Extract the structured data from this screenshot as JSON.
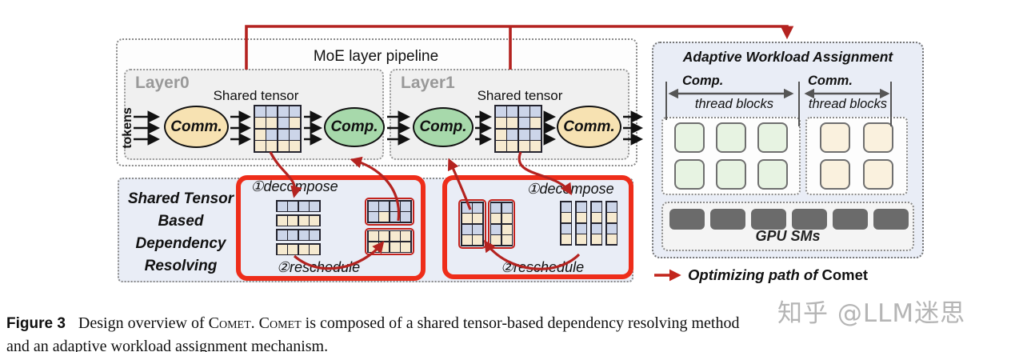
{
  "pipeline": {
    "title": "MoE layer pipeline",
    "tokens_label": "tokens",
    "layer0": {
      "label": "Layer0",
      "comm": "Comm.",
      "comp": "Comp.",
      "tensor_label": "Shared tensor"
    },
    "layer1": {
      "label": "Layer1",
      "comm": "Comm.",
      "comp": "Comp.",
      "tensor_label": "Shared tensor"
    }
  },
  "dependency": {
    "title_lines": [
      "Shared Tensor",
      "Based",
      "Dependency",
      "Resolving"
    ],
    "box1": {
      "step1": "①decompose",
      "step2": "②reschedule"
    },
    "box2": {
      "step1": "①decompose",
      "step2": "②reschedule"
    }
  },
  "workload": {
    "title": "Adaptive Workload Assignment",
    "comp_label": "Comp.",
    "comm_label": "Comm.",
    "thread_blocks_label": "thread blocks",
    "gpu_label": "GPU SMs",
    "comp_block_count": 6,
    "comm_block_count": 4,
    "gpu_sm_count": 6
  },
  "legend": {
    "prefix": "Optimizing path of ",
    "name": "Comet"
  },
  "caption": {
    "tag": "Figure 3",
    "parts": [
      "Design overview of ",
      "Comet",
      ". ",
      "Comet",
      " is composed of a shared tensor-based dependency resolving method"
    ],
    "line2": "and an adaptive workload assignment mechanism."
  },
  "watermark": "知乎 @LLM迷思",
  "colors": {
    "red_box": "#ee2d1a",
    "red_arrow": "#b42320",
    "comm_fill": "#f7e2b2",
    "comp_fill": "#a7d9ab",
    "cell_blue": "#ccd5e9",
    "cell_tan": "#f6ead0",
    "panel_fill": "#e9edf6"
  },
  "grids": {
    "shared": [
      "bbbb",
      "ttbt",
      "tbbb",
      "tttt"
    ],
    "box1_strips": [
      "bbbb",
      "tttt",
      "bbbb",
      "tttt"
    ],
    "box1_group_top": [
      "bbbb",
      "btbb"
    ],
    "box1_group_bottom": [
      "tttt",
      "tttt"
    ],
    "box2_group_left": [
      "bb",
      "tt",
      "bb",
      "tt"
    ],
    "box2_group_right": [
      "bb",
      "tt",
      "bt",
      "tt"
    ],
    "box2_strip": [
      "b",
      "t",
      "b",
      "t"
    ]
  }
}
